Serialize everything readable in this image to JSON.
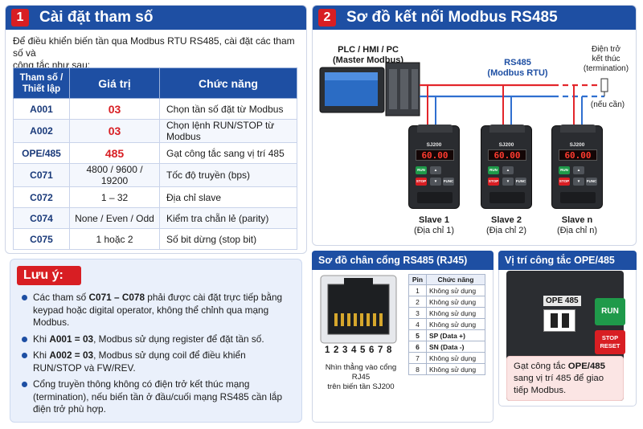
{
  "section1": {
    "number": "1",
    "title": "Cài đặt tham số",
    "intro_line1": "Để điều khiển biến tần qua Modbus RTU RS485, cài đặt các tham số và",
    "intro_line2": "công tắc như sau:",
    "table": {
      "headers": {
        "param_line1": "Tham số /",
        "param_line2": "Thiết lập",
        "value": "Giá trị",
        "function": "Chức năng"
      },
      "rows": [
        {
          "code": "A001",
          "value": "03",
          "function": "Chọn tần số đặt từ Modbus"
        },
        {
          "code": "A002",
          "value": "03",
          "function": "Chọn lệnh RUN/STOP từ Modbus"
        },
        {
          "code": "OPE/485",
          "value": "485",
          "function": "Gạt công tắc sang vị trí 485"
        },
        {
          "code": "C071",
          "value": "4800 / 9600 / 19200",
          "function": "Tốc độ truyền (bps)"
        },
        {
          "code": "C072",
          "value": "1 – 32",
          "function": "Địa chỉ slave"
        },
        {
          "code": "C074",
          "value": "None / Even / Odd",
          "function": "Kiểm tra chẵn lẻ (parity)"
        },
        {
          "code": "C075",
          "value": "1 hoặc 2",
          "function": "Số bit dừng (stop bit)"
        }
      ]
    }
  },
  "note": {
    "title": "Lưu ý:",
    "items": [
      {
        "pre": "Các tham số ",
        "bold": "C071 – C078",
        "post": " phải được cài đặt trực tiếp bằng keypad hoặc digital operator, không thể chỉnh qua mạng Modbus."
      },
      {
        "pre": "Khi ",
        "bold": "A001 = 03",
        "post": ", Modbus sử dụng register để đặt tần số."
      },
      {
        "pre": "Khi ",
        "bold": "A002 = 03",
        "post": ", Modbus sử dụng coil để điều khiển RUN/STOP và FW/REV."
      },
      {
        "pre": "",
        "bold": "",
        "post": "Cổng truyền thông không có điện trở kết thúc mạng (termination), nếu biến tần ở đầu/cuối mạng RS485 cần lắp điện trở phù hợp."
      }
    ]
  },
  "section2": {
    "number": "2",
    "title": "Sơ đồ kết nối Modbus RS485",
    "master_line1": "PLC / HMI / PC",
    "master_line2": "(Master Modbus)",
    "bus_line1": "RS485",
    "bus_line2": "(Modbus RTU)",
    "term_line1": "Điện trở",
    "term_line2": "kết thúc",
    "term_line3": "(termination)",
    "term_note": "(nếu cần)",
    "drive_model": "SJ200",
    "display": "60.00",
    "key_run": "RUN",
    "key_stop": "STOP",
    "key_func": "FUNC",
    "slaves": [
      {
        "name": "Slave 1",
        "addr": "(Địa chỉ 1)"
      },
      {
        "name": "Slave 2",
        "addr": "(Địa chỉ 2)"
      },
      {
        "name": "Slave n",
        "addr": "(Địa chỉ n)"
      }
    ]
  },
  "rj45": {
    "title": "Sơ đồ chân cổng RS485 (RJ45)",
    "pin_numbers": "12345678",
    "caption_line1": "Nhìn thẳng vào cổng RJ45",
    "caption_line2": "trên biến tần SJ200",
    "table": {
      "headers": {
        "pin": "Pin",
        "function": "Chức năng"
      },
      "rows": [
        {
          "pin": "1",
          "function": "Không sử dụng"
        },
        {
          "pin": "2",
          "function": "Không sử dụng"
        },
        {
          "pin": "3",
          "function": "Không sử dụng"
        },
        {
          "pin": "4",
          "function": "Không sử dụng"
        },
        {
          "pin": "5",
          "function": "SP (Data +)"
        },
        {
          "pin": "6",
          "function": "SN (Data -)"
        },
        {
          "pin": "7",
          "function": "Không sử dụng"
        },
        {
          "pin": "8",
          "function": "Không sử dụng"
        }
      ]
    }
  },
  "ope": {
    "title": "Vị trí công tắc OPE/485",
    "switch_label": "OPE 485",
    "run": "RUN",
    "stop_line1": "STOP",
    "stop_line2": "RESET",
    "caption_pre": "Gạt công tắc ",
    "caption_bold": "OPE/485",
    "caption_post": " sang vị trí 485 để giao tiếp Modbus."
  },
  "colors": {
    "primary_blue": "#1e4fa3",
    "accent_red": "#d81e23",
    "bus_red": "#e3262b",
    "bus_blue": "#2f6fd0"
  }
}
